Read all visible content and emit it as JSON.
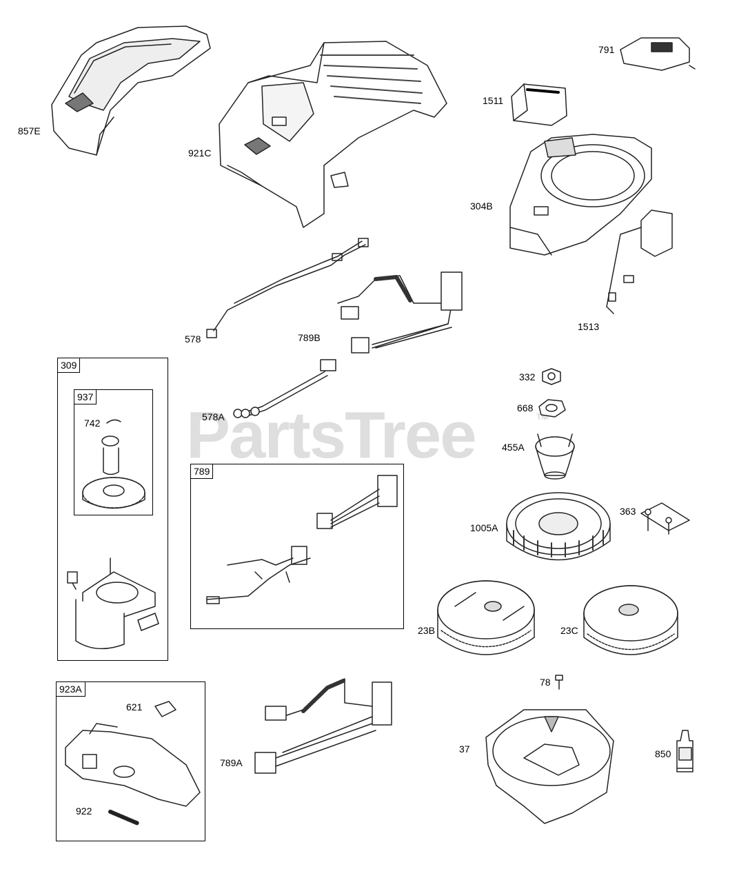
{
  "diagram": {
    "watermark": "PartsTree",
    "trademark": "TM",
    "groups": {
      "g309": "309",
      "g937": "937",
      "g789": "789",
      "g923A": "923A"
    },
    "callouts": {
      "p857E": "857E",
      "p921C": "921C",
      "p791": "791",
      "p1511": "1511",
      "p304B": "304B",
      "p578": "578",
      "p789B": "789B",
      "p1513": "1513",
      "p578A": "578A",
      "p332": "332",
      "p668": "668",
      "p455A": "455A",
      "p742": "742",
      "p1005A": "1005A",
      "p363": "363",
      "p23B": "23B",
      "p23C": "23C",
      "p78": "78",
      "p621": "621",
      "p789A": "789A",
      "p37": "37",
      "p850": "850",
      "p922": "922"
    }
  }
}
